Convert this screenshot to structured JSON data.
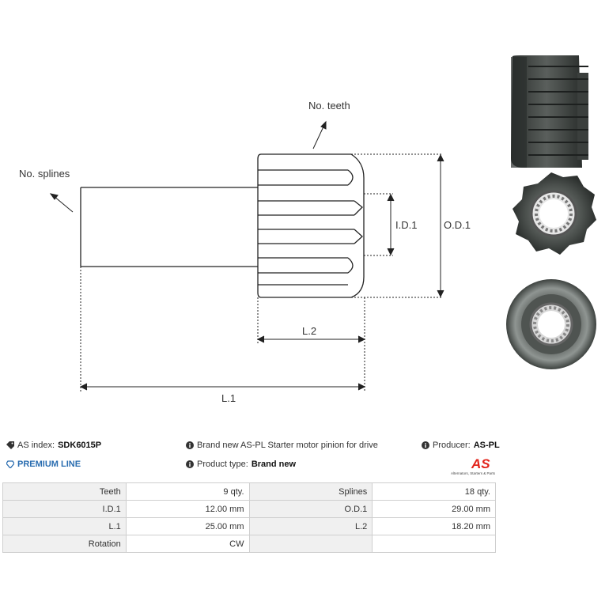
{
  "diagram": {
    "labels": {
      "splines": "No. splines",
      "teeth": "No. teeth",
      "id1": "I.D.1",
      "od1": "O.D.1",
      "l2": "L.2",
      "l1": "L.1"
    }
  },
  "info": {
    "index_label": "AS index:",
    "index_value": "SDK6015P",
    "premium": "PREMIUM LINE",
    "description": "Brand new AS-PL Starter motor pinion for drive",
    "product_type_label": "Product type:",
    "product_type_value": "Brand new",
    "producer_label": "Producer:",
    "producer_value": "AS-PL"
  },
  "logo": {
    "text": "AS",
    "subtext": "Alternators, Starters & Parts",
    "color": "#e2231a"
  },
  "specs": {
    "rows": [
      {
        "l1": "Teeth",
        "v1": "9 qty.",
        "l2": "Splines",
        "v2": "18 qty."
      },
      {
        "l1": "I.D.1",
        "v1": "12.00 mm",
        "l2": "O.D.1",
        "v2": "29.00 mm"
      },
      {
        "l1": "L.1",
        "v1": "25.00 mm",
        "l2": "L.2",
        "v2": "18.20 mm"
      },
      {
        "l1": "Rotation",
        "v1": "CW",
        "l2": "",
        "v2": ""
      }
    ]
  }
}
